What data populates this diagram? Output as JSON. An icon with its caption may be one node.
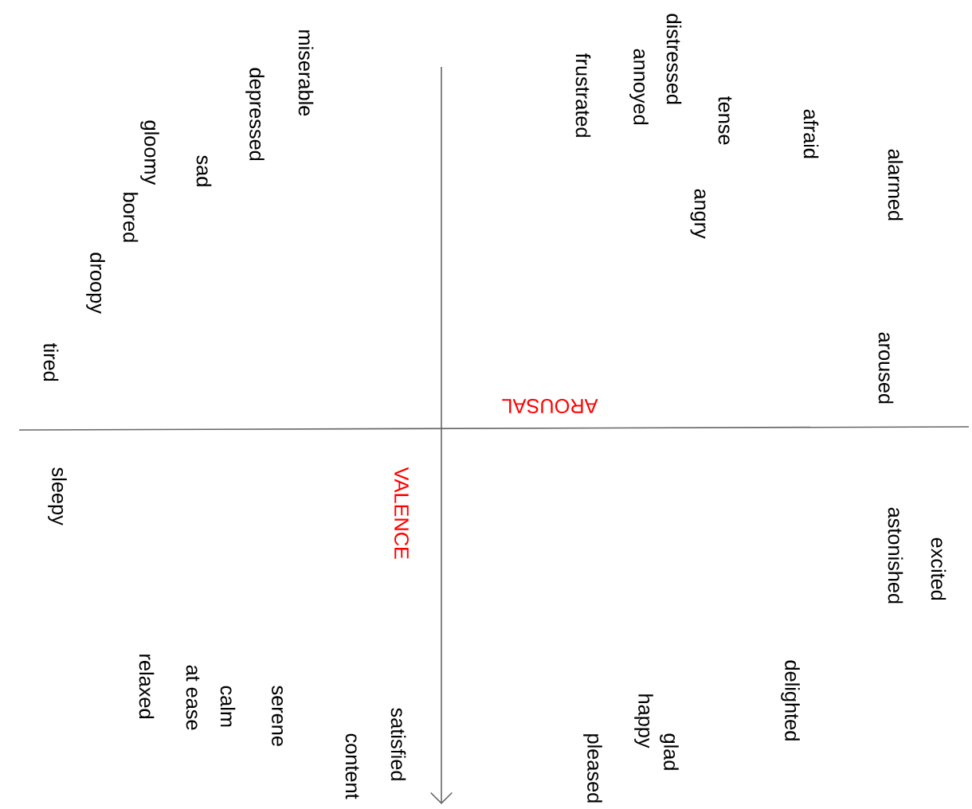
{
  "diagram": {
    "labels": [
      "miserable",
      "depressed",
      "gloomy",
      "sad",
      "bored",
      "droopy",
      "tired",
      "distressed",
      "annoyed",
      "frustrated",
      "tense",
      "afraid",
      "alarmed",
      "angry",
      "aroused",
      "AROUSAL",
      "VALENCE",
      "sleepy",
      "serene",
      "calm",
      "at ease",
      "relaxed",
      "satisfied",
      "content",
      "excited",
      "astonished",
      "delighted",
      "glad",
      "happy",
      "pleased"
    ]
  }
}
